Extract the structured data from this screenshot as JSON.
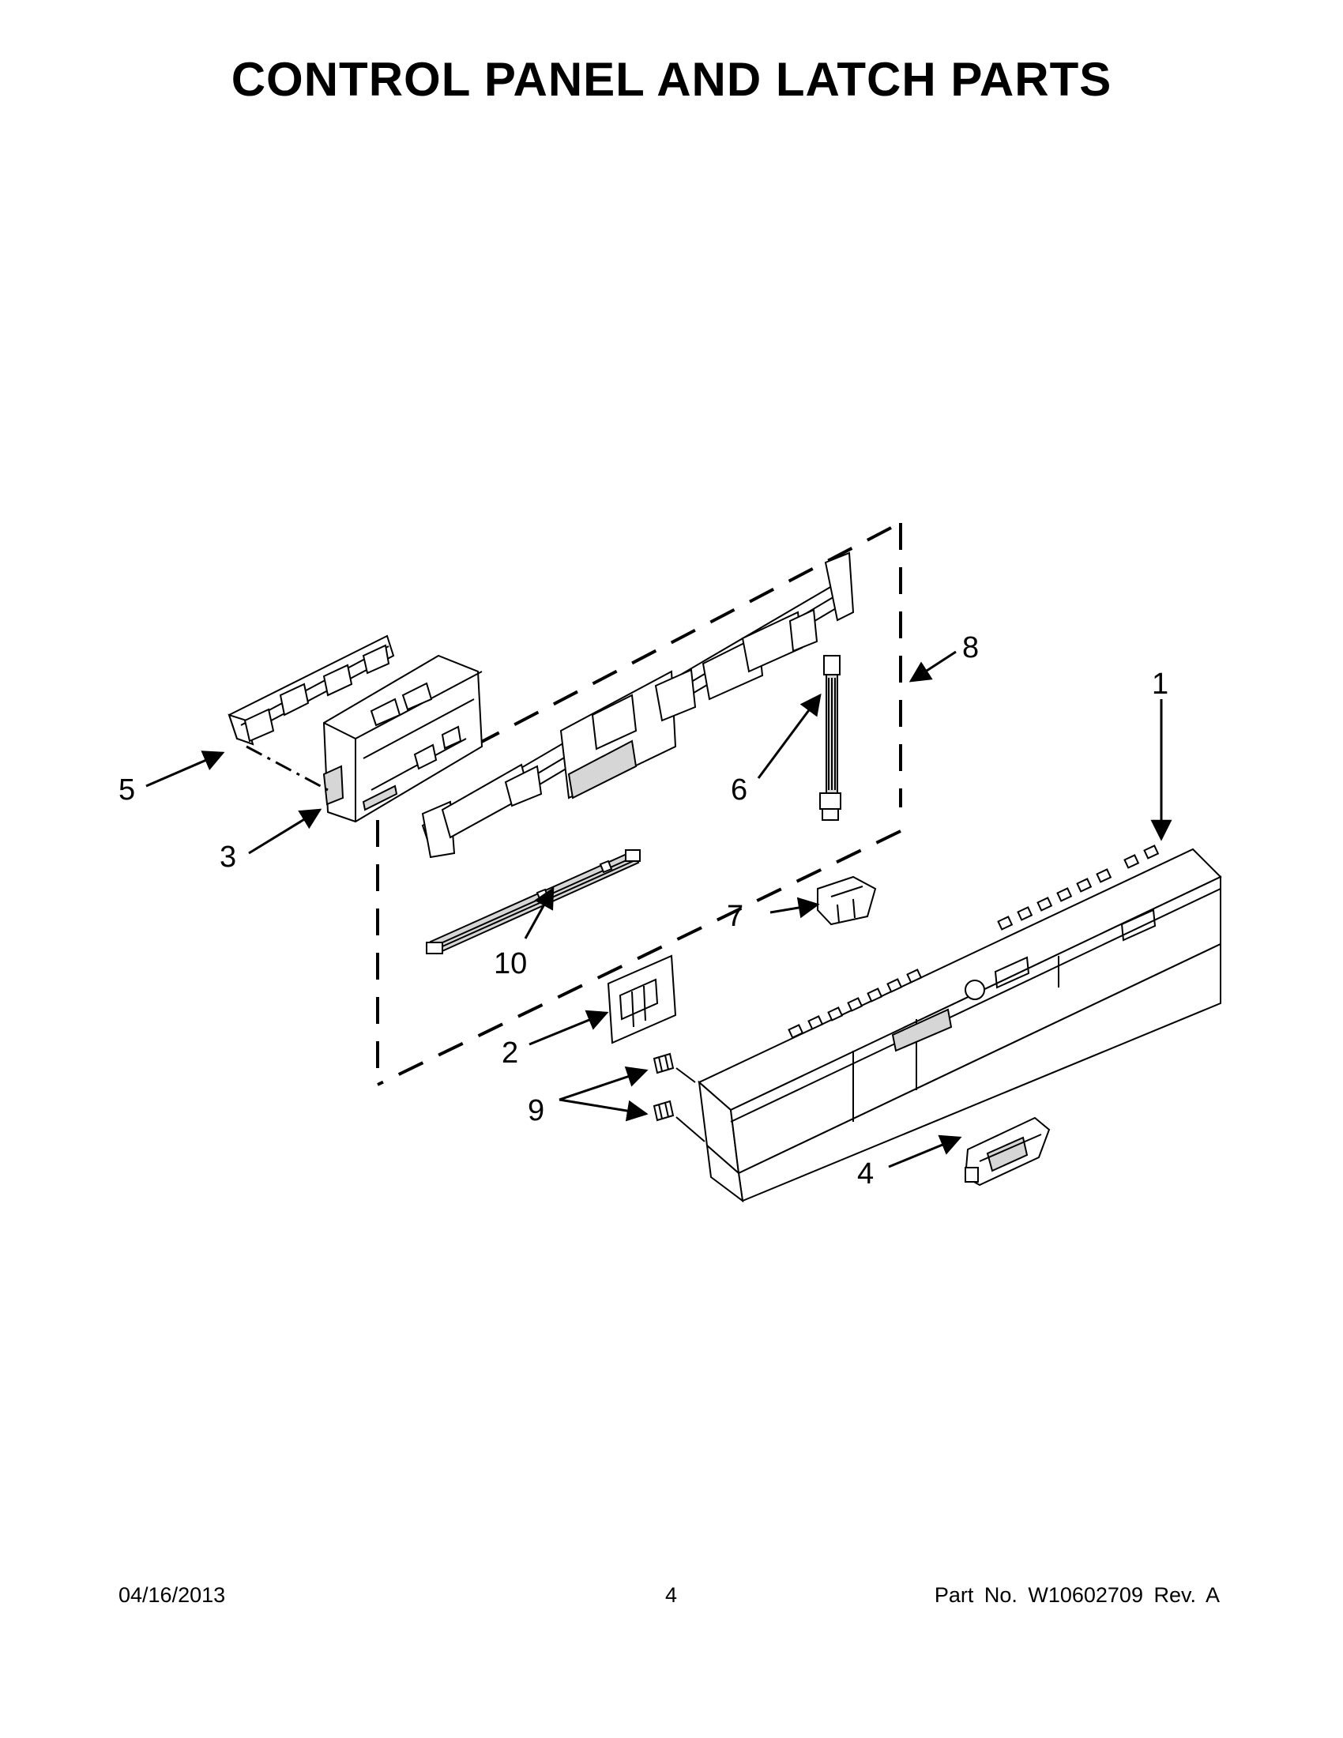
{
  "title": "CONTROL PANEL AND LATCH PARTS",
  "callouts": {
    "c1": "1",
    "c2": "2",
    "c3": "3",
    "c4": "4",
    "c5": "5",
    "c6": "6",
    "c7": "7",
    "c8": "8",
    "c9": "9",
    "c10": "10"
  },
  "footer": {
    "date": "04/16/2013",
    "page": "4",
    "part_number": "Part No.  W10602709  Rev.  A"
  }
}
